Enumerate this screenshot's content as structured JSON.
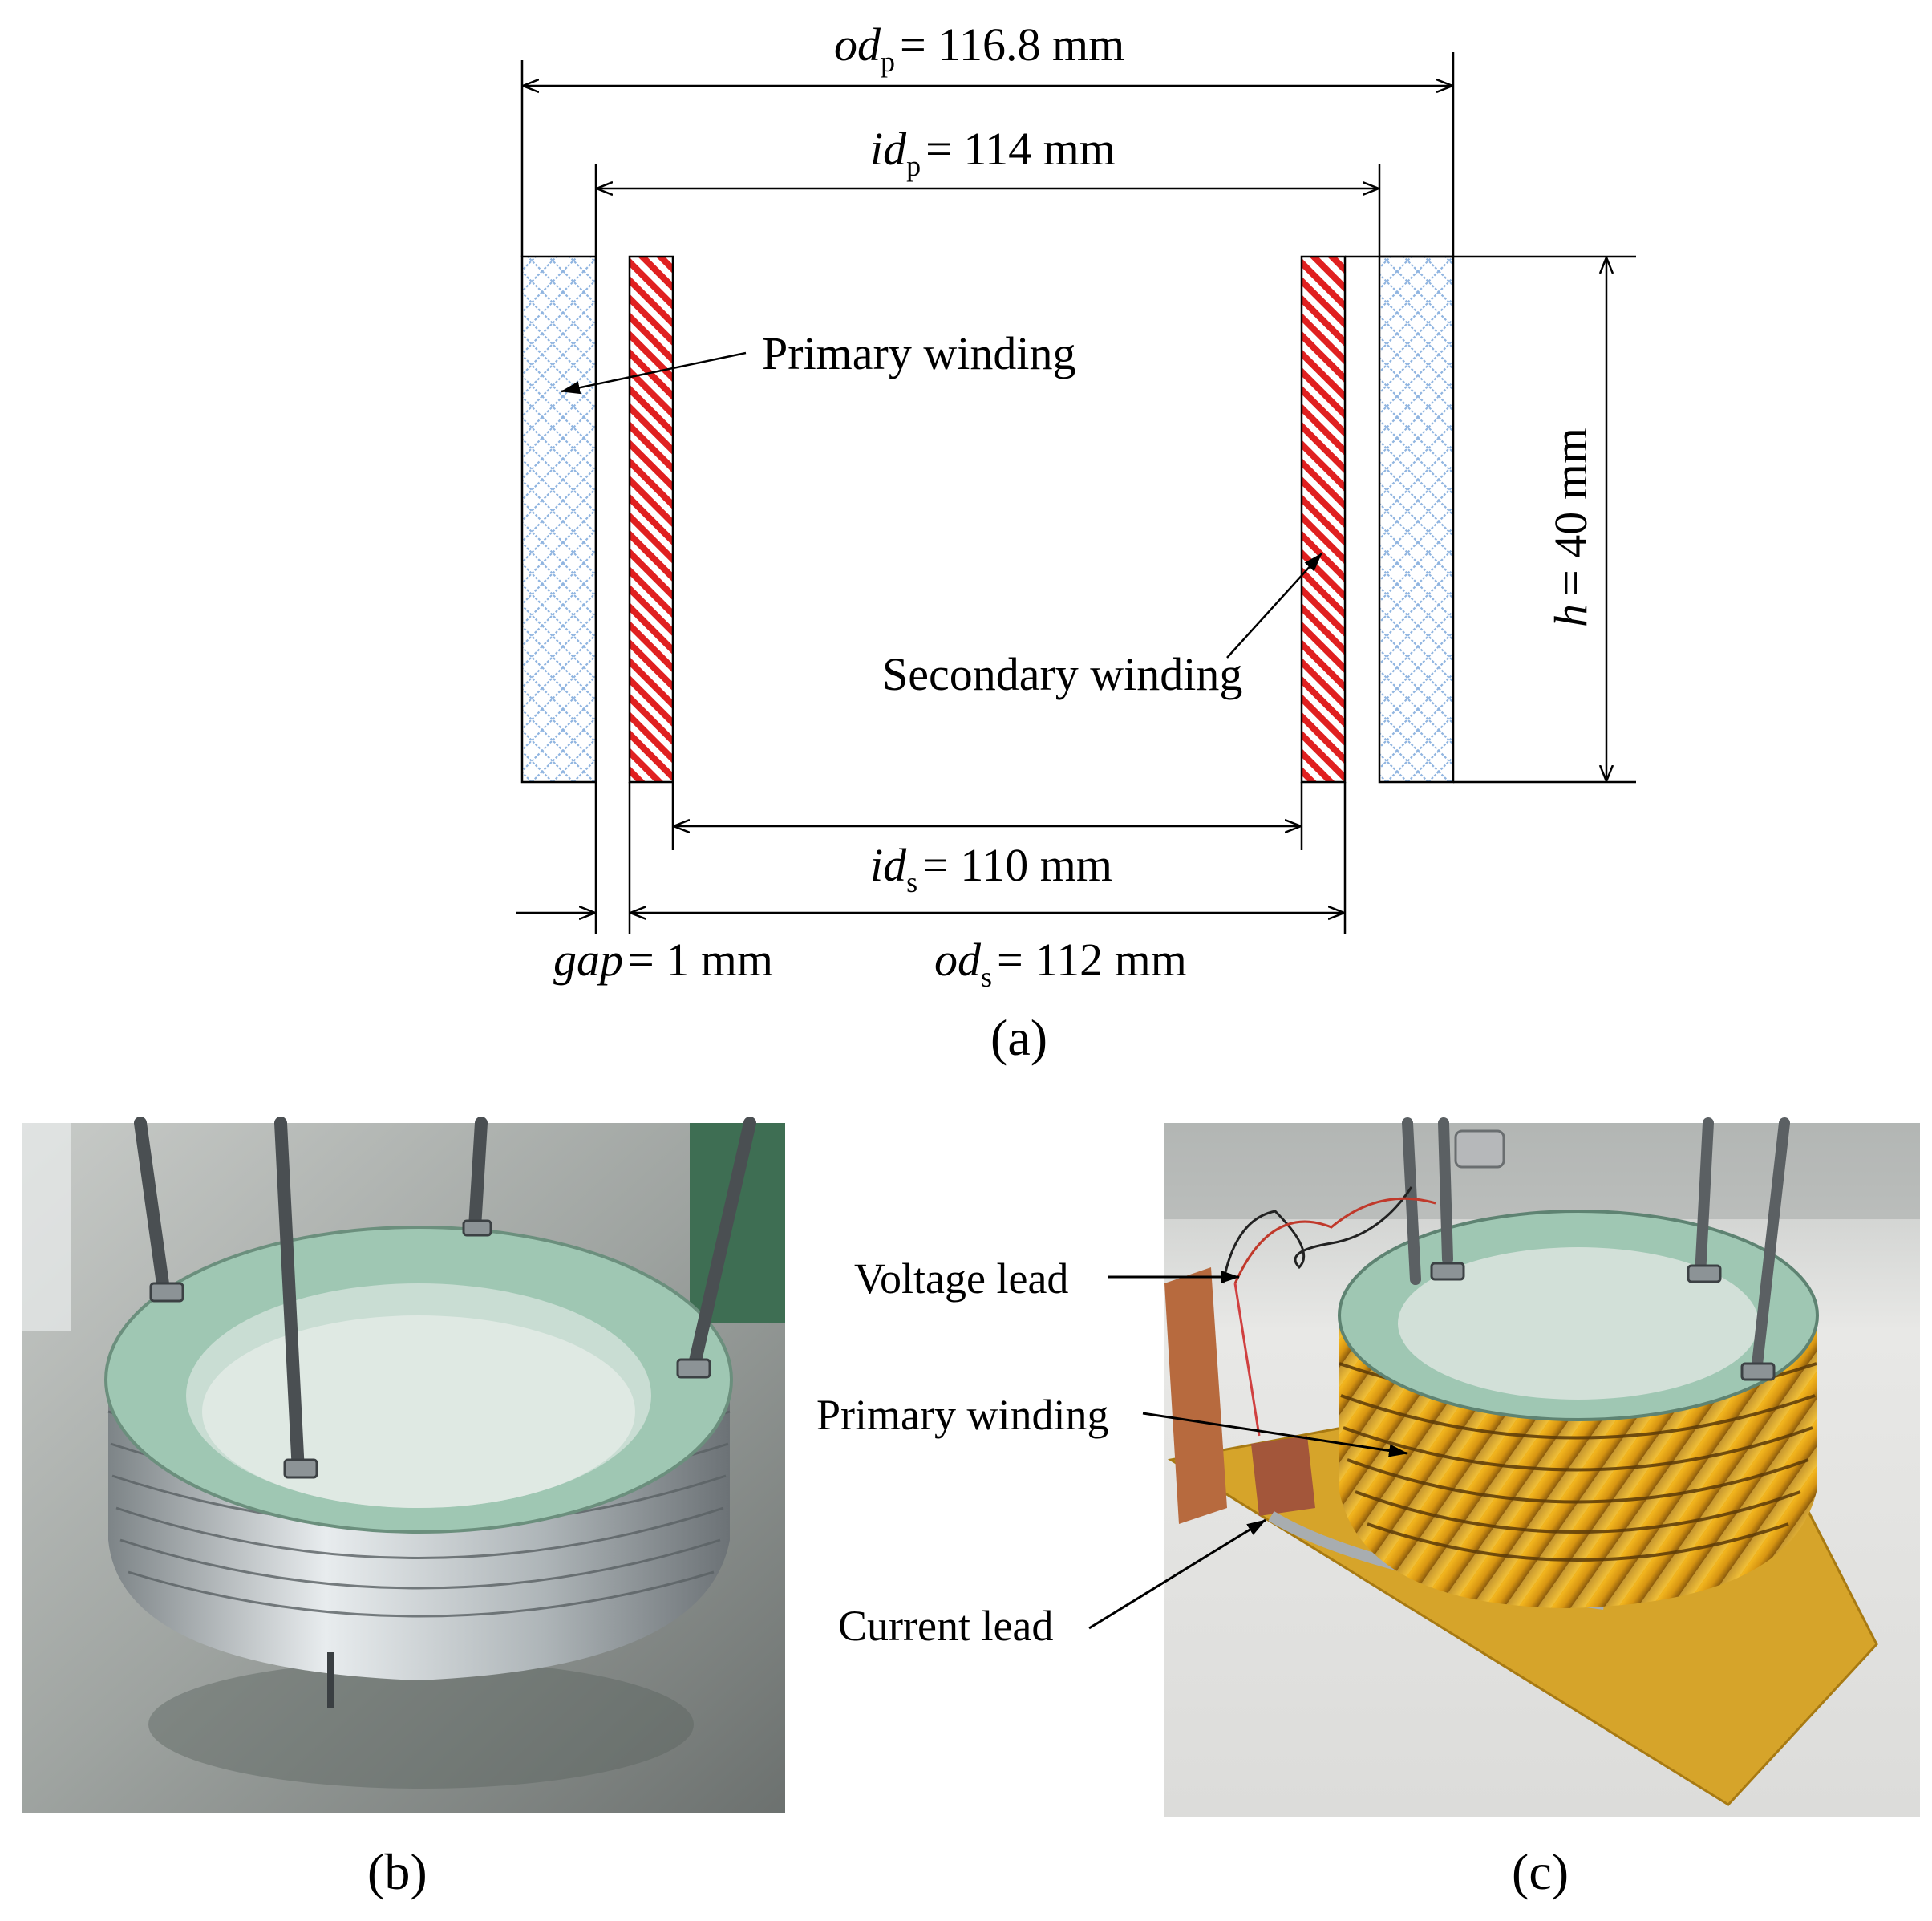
{
  "panel_a": {
    "od_p": {
      "sym": "od",
      "sub": "p",
      "value": "= 116.8 mm"
    },
    "id_p": {
      "sym": "id",
      "sub": "p",
      "value": "= 114 mm"
    },
    "id_s": {
      "sym": "id",
      "sub": "s",
      "value": "= 110 mm"
    },
    "od_s": {
      "sym": "od",
      "sub": "s",
      "value": "= 112 mm"
    },
    "gap": {
      "sym": "gap",
      "value": "= 1 mm"
    },
    "h": {
      "sym": "h",
      "value": "= 40 mm"
    },
    "primary_label": "Primary  winding",
    "secondary_label": "Secondary winding",
    "caption": "(a)",
    "colors": {
      "primary": "#8fb4e0",
      "secondary": "#e02020"
    }
  },
  "panel_b": {
    "caption": "(b)"
  },
  "panel_c": {
    "caption": "(c)",
    "voltage_lead": "Voltage lead",
    "primary_winding": "Primary winding",
    "current_lead": "Current lead"
  }
}
